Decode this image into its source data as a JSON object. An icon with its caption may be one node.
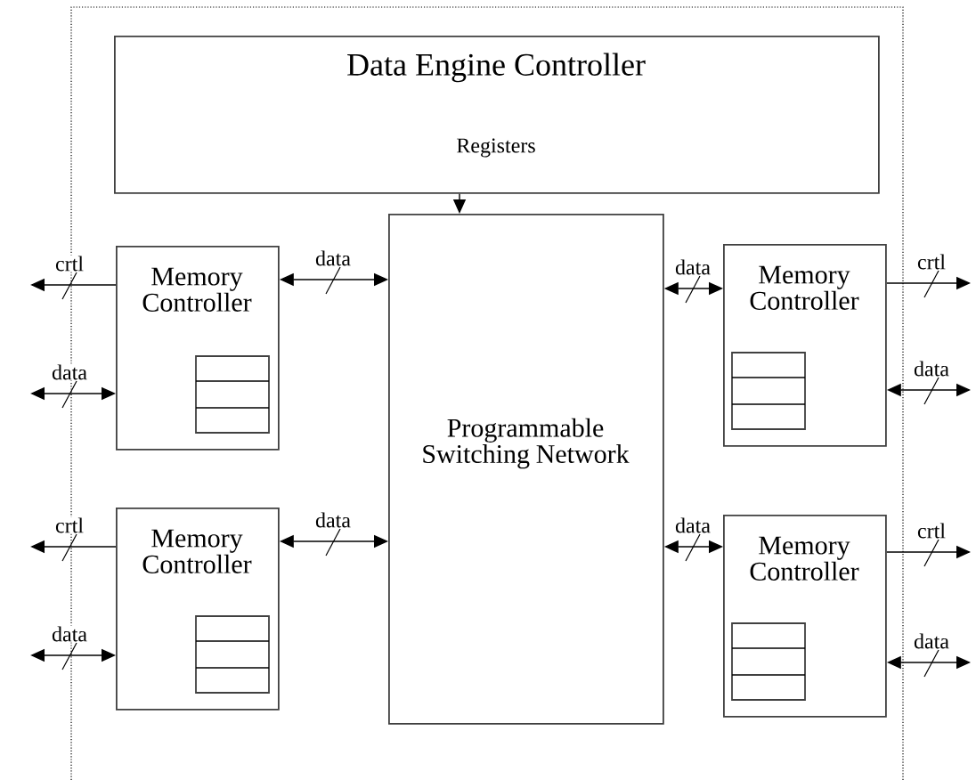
{
  "diagram": {
    "nodes": [
      {
        "text": [
          "Data Engine Controller",
          "Registers"
        ]
      },
      {
        "text": [
          "Programmable Switching Network"
        ]
      },
      {
        "text": [
          "Memory Controller"
        ]
      },
      {
        "text": [
          "Memory Controller"
        ]
      },
      {
        "text": [
          "Memory Controller"
        ]
      },
      {
        "text": [
          "Memory Controller"
        ]
      }
    ],
    "edges": [
      {
        "from": 0,
        "to": 1,
        "arrow": "to"
      },
      {
        "from": 2,
        "to": 1,
        "arrow": "both",
        "label": "data"
      },
      {
        "from": 3,
        "to": 1,
        "arrow": "both",
        "label": "data"
      },
      {
        "from": 1,
        "to": 4,
        "arrow": "both",
        "label": "data"
      },
      {
        "from": 1,
        "to": 5,
        "arrow": "both",
        "label": "data"
      },
      {
        "from": 2,
        "to": null,
        "arrow": "to",
        "label": "crtl"
      },
      {
        "from": 2,
        "to": null,
        "arrow": "both",
        "label": "data"
      },
      {
        "from": 3,
        "to": null,
        "arrow": "to",
        "label": "crtl"
      },
      {
        "from": 3,
        "to": null,
        "arrow": "both",
        "label": "data"
      },
      {
        "from": 4,
        "to": null,
        "arrow": "to",
        "label": "crtl"
      },
      {
        "from": 4,
        "to": null,
        "arrow": "both",
        "label": "data"
      },
      {
        "from": 5,
        "to": null,
        "arrow": "to",
        "label": "crtl"
      },
      {
        "from": 5,
        "to": null,
        "arrow": "both",
        "label": "data"
      }
    ]
  }
}
